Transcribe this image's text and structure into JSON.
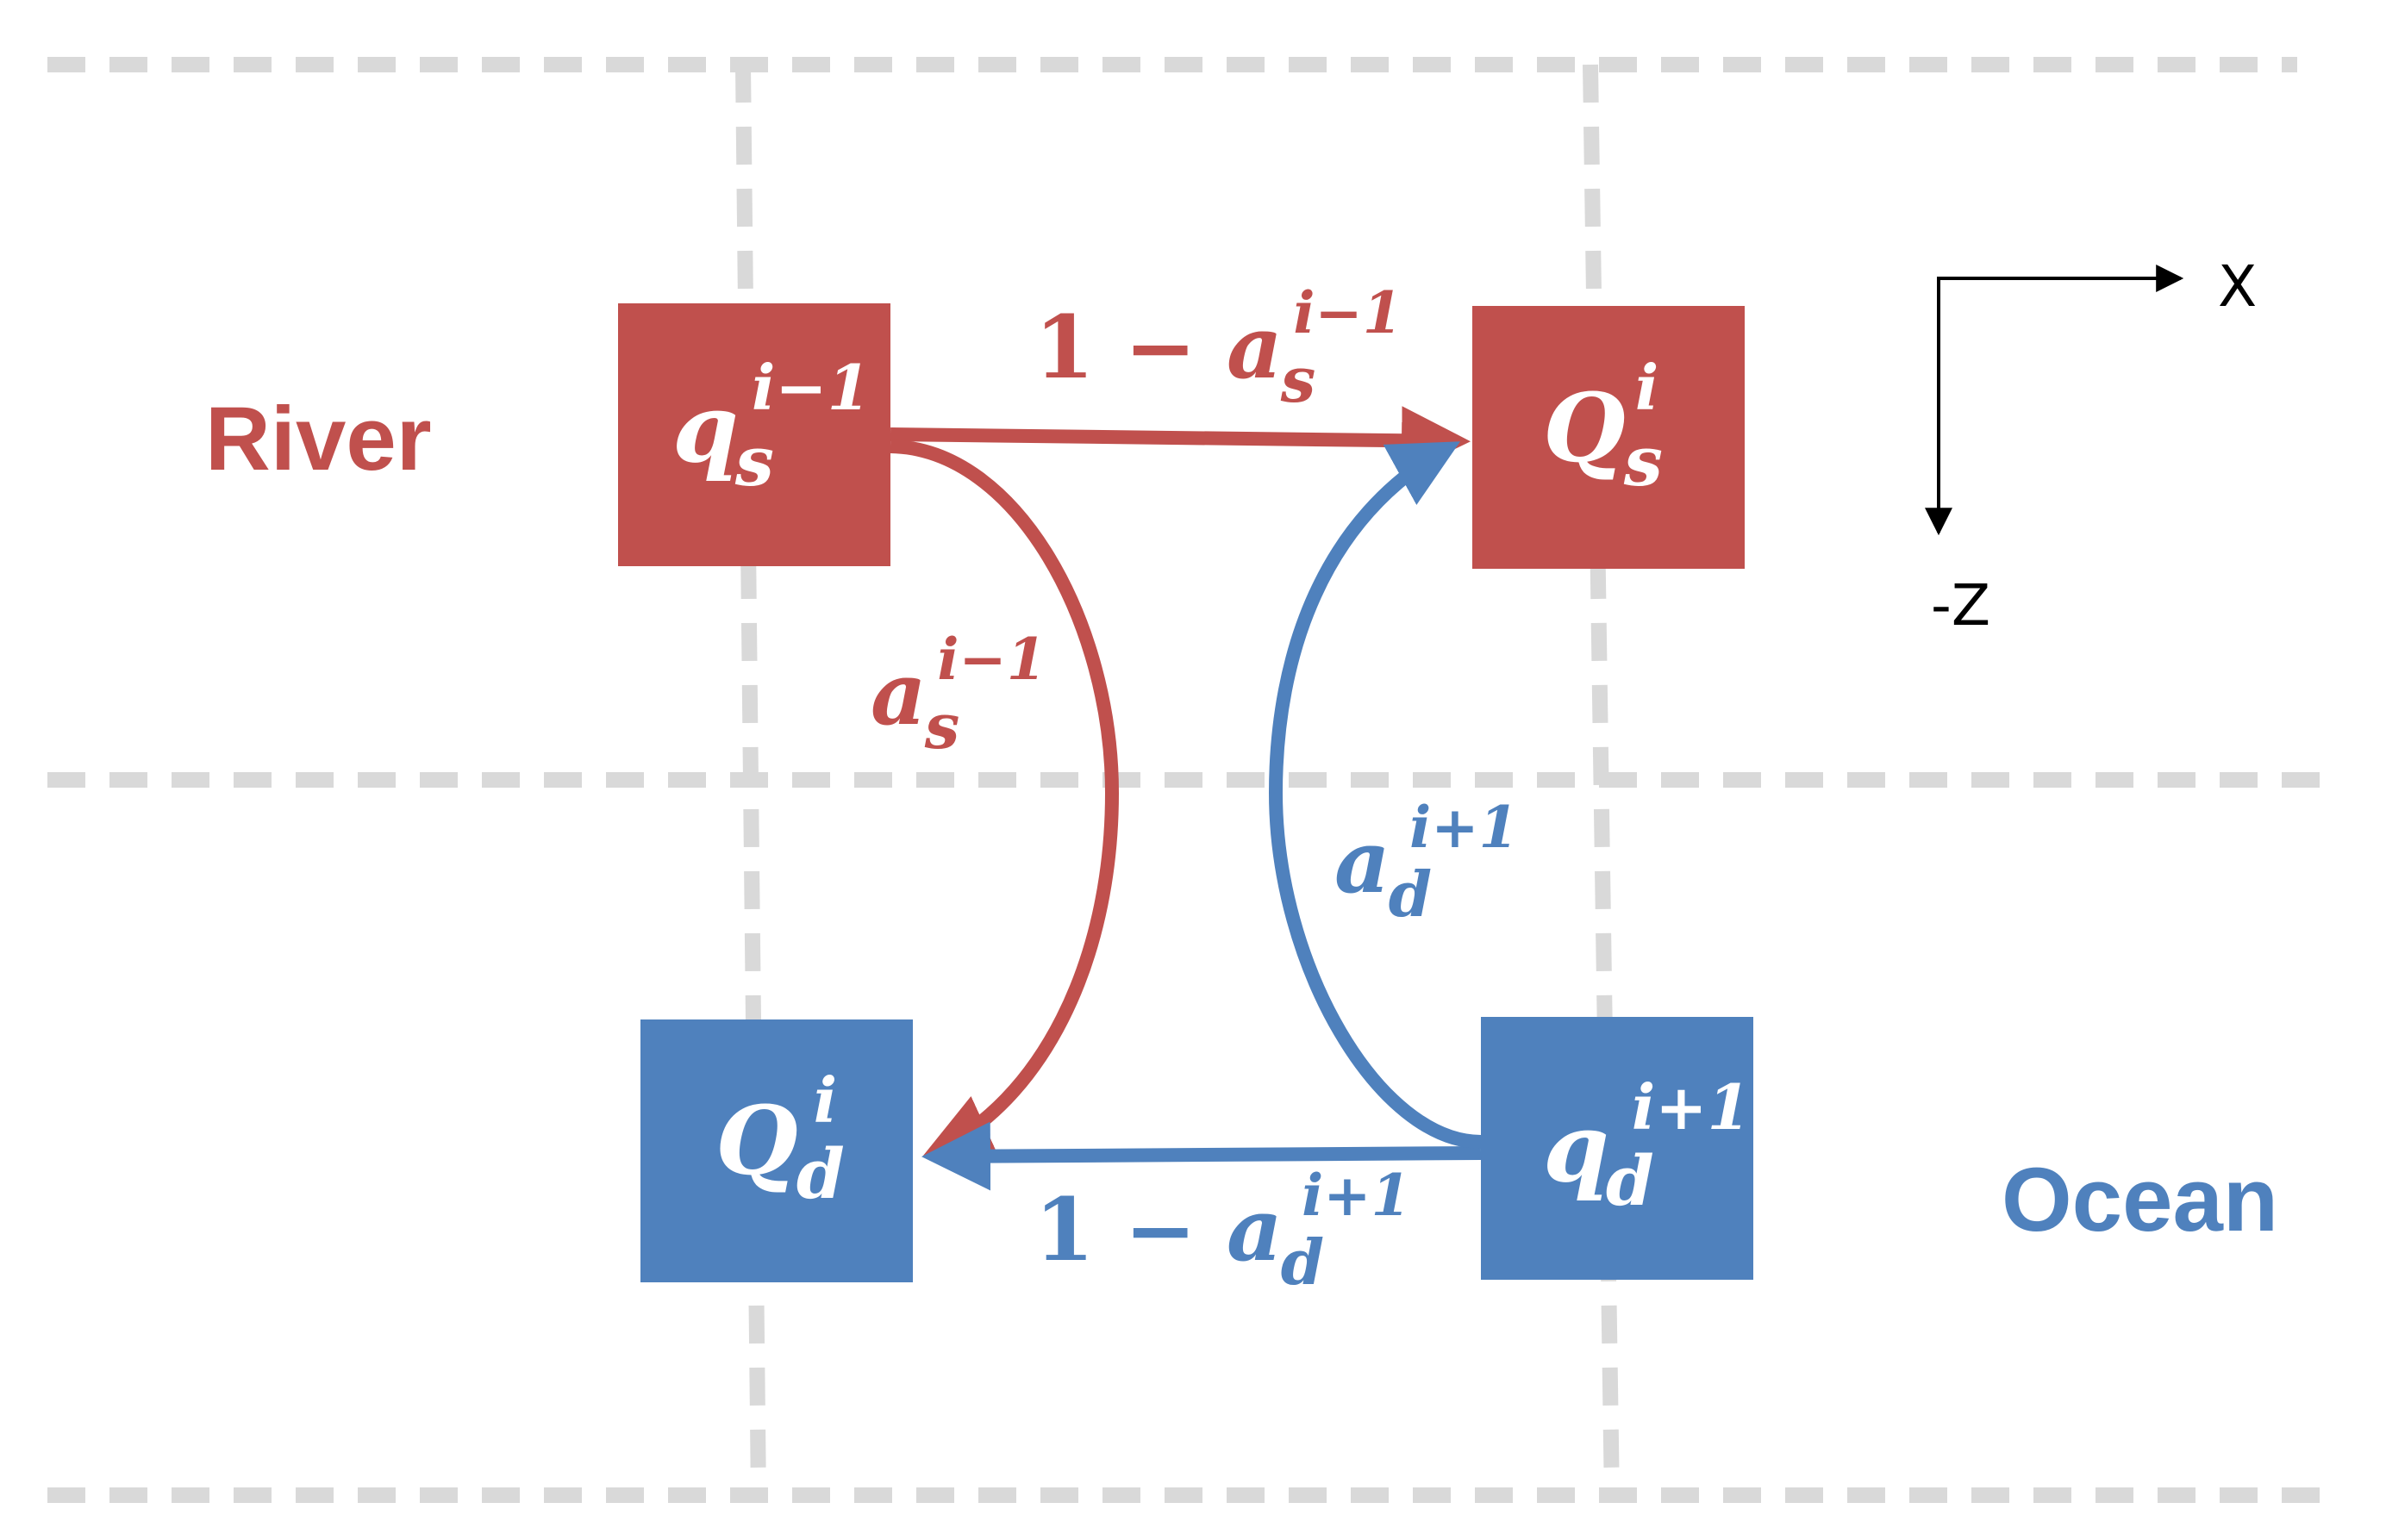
{
  "colors": {
    "river": "#c0504d",
    "ocean": "#4f81bd",
    "grid": "#d9d9d9",
    "axis": "#000000",
    "box_text": "#ffffff"
  },
  "regions": {
    "river_label": "River",
    "ocean_label": "Ocean"
  },
  "axes": {
    "x_label": "X",
    "z_label": "-Z"
  },
  "boxes": {
    "q_s_prev": {
      "base": "q",
      "sub": "s",
      "sup": "i−1"
    },
    "Q_s": {
      "base": "Q",
      "sub": "s",
      "sup": "i"
    },
    "Q_d": {
      "base": "Q",
      "sub": "d",
      "sup": "i"
    },
    "q_d_next": {
      "base": "q",
      "sub": "d",
      "sup": "i+1"
    }
  },
  "arrow_labels": {
    "top": {
      "prefix": "1 − ",
      "base": "a",
      "sub": "s",
      "sup": "i−1"
    },
    "left": {
      "base": "a",
      "sub": "s",
      "sup": "i−1"
    },
    "right": {
      "base": "a",
      "sub": "d",
      "sup": "i+1"
    },
    "bottom": {
      "prefix": "1 − ",
      "base": "a",
      "sub": "d",
      "sup": "i+1"
    }
  }
}
